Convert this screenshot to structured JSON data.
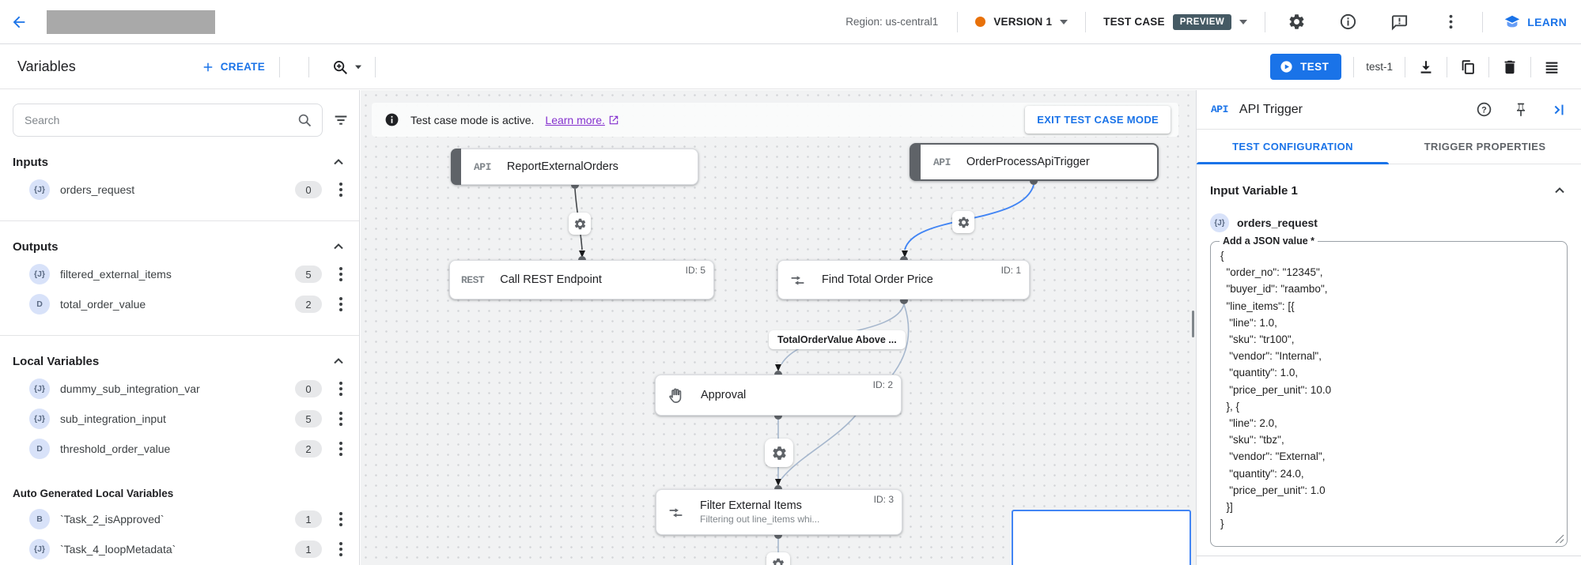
{
  "topbar": {
    "region": "Region: us-central1",
    "version": "VERSION 1",
    "test_case": "TEST CASE",
    "preview": "PREVIEW",
    "learn": "LEARN"
  },
  "toolbar": {
    "title": "Variables",
    "create": "CREATE",
    "test": "TEST",
    "test_name": "test-1"
  },
  "sidebar": {
    "search_placeholder": "Search",
    "sections": [
      {
        "title": "Inputs",
        "items": [
          {
            "icon": "{J}",
            "name": "orders_request",
            "count": "0"
          }
        ]
      },
      {
        "title": "Outputs",
        "items": [
          {
            "icon": "{J}",
            "name": "filtered_external_items",
            "count": "5"
          },
          {
            "icon": "D",
            "name": "total_order_value",
            "count": "2"
          }
        ]
      },
      {
        "title": "Local Variables",
        "items": [
          {
            "icon": "{J}",
            "name": "dummy_sub_integration_var",
            "count": "0"
          },
          {
            "icon": "{J}",
            "name": "sub_integration_input",
            "count": "5"
          },
          {
            "icon": "D",
            "name": "threshold_order_value",
            "count": "2"
          }
        ]
      },
      {
        "title": "Auto Generated Local Variables",
        "items": [
          {
            "icon": "B",
            "name": "`Task_2_isApproved`",
            "count": "1"
          },
          {
            "icon": "{J}",
            "name": "`Task_4_loopMetadata`",
            "count": "1"
          }
        ]
      }
    ]
  },
  "canvas": {
    "banner": {
      "message": "Test case mode is active.",
      "link": "Learn more.",
      "exit": "EXIT TEST CASE MODE"
    },
    "nodes": {
      "report": {
        "chip": "API",
        "label": "ReportExternalOrders"
      },
      "order_trigger": {
        "chip": "API",
        "label": "OrderProcessApiTrigger"
      },
      "rest": {
        "chip": "REST",
        "label": "Call REST Endpoint",
        "id": "ID: 5"
      },
      "find_total": {
        "label": "Find Total Order Price",
        "id": "ID: 1"
      },
      "approval": {
        "label": "Approval",
        "id": "ID: 2"
      },
      "filter": {
        "label": "Filter External Items",
        "subtitle": "Filtering out line_items whi...",
        "id": "ID: 3"
      }
    },
    "edge_label": "TotalOrderValue Above ..."
  },
  "panel": {
    "chip": "API",
    "title": "API Trigger",
    "tabs": [
      "TEST CONFIGURATION",
      "TRIGGER PROPERTIES"
    ],
    "section": "Input Variable 1",
    "var_icon": "{J}",
    "var_name": "orders_request",
    "field_label": "Add a JSON value *",
    "json_value": "{\n  \"order_no\": \"12345\",\n  \"buyer_id\": \"raambo\",\n  \"line_items\": [{\n   \"line\": 1.0,\n   \"sku\": \"tr100\",\n   \"vendor\": \"Internal\",\n   \"quantity\": 1.0,\n   \"price_per_unit\": 10.0\n  }, {\n   \"line\": 2.0,\n   \"sku\": \"tbz\",\n   \"vendor\": \"External\",\n   \"quantity\": 24.0,\n   \"price_per_unit\": 1.0\n  }]\n}"
  },
  "colors": {
    "accent": "#1a73e8",
    "edge_blue": "#4285f4",
    "preview_badge": "#455a64",
    "version_dot": "#e8710a"
  }
}
